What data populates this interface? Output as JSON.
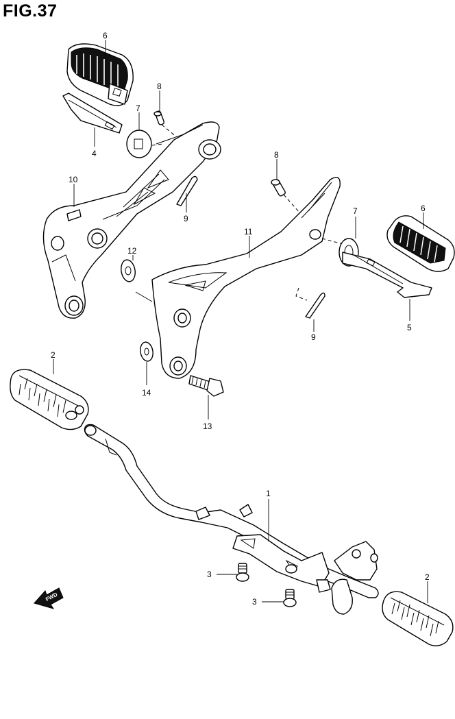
{
  "figure": {
    "title": "FIG.37"
  },
  "callouts": [
    {
      "id": "c6a",
      "label": "6"
    },
    {
      "id": "c8a",
      "label": "8"
    },
    {
      "id": "c7a",
      "label": "7"
    },
    {
      "id": "c4",
      "label": "4"
    },
    {
      "id": "c10",
      "label": "10"
    },
    {
      "id": "c9a",
      "label": "9"
    },
    {
      "id": "c8b",
      "label": "8"
    },
    {
      "id": "c7b",
      "label": "7"
    },
    {
      "id": "c6b",
      "label": "6"
    },
    {
      "id": "c11",
      "label": "11"
    },
    {
      "id": "c12",
      "label": "12"
    },
    {
      "id": "c5",
      "label": "5"
    },
    {
      "id": "c9b",
      "label": "9"
    },
    {
      "id": "c2a",
      "label": "2"
    },
    {
      "id": "c14",
      "label": "14"
    },
    {
      "id": "c13",
      "label": "13"
    },
    {
      "id": "c1",
      "label": "1"
    },
    {
      "id": "c3a",
      "label": "3"
    },
    {
      "id": "c3b",
      "label": "3"
    },
    {
      "id": "c2b",
      "label": "2"
    }
  ],
  "direction_badge": {
    "text": "FWD"
  }
}
